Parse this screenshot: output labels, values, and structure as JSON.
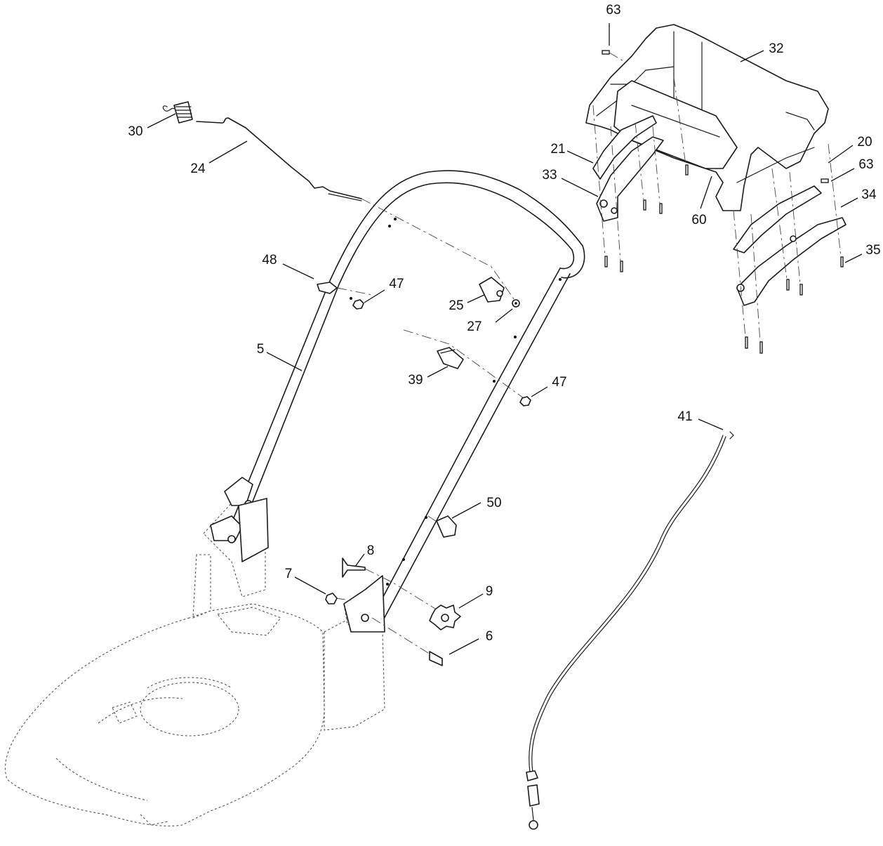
{
  "callouts": [
    {
      "id": "c63a",
      "label": "63"
    },
    {
      "id": "c32",
      "label": "32"
    },
    {
      "id": "c30",
      "label": "30"
    },
    {
      "id": "c24",
      "label": "24"
    },
    {
      "id": "c21",
      "label": "21"
    },
    {
      "id": "c20",
      "label": "20"
    },
    {
      "id": "c63b",
      "label": "63"
    },
    {
      "id": "c33",
      "label": "33"
    },
    {
      "id": "c34",
      "label": "34"
    },
    {
      "id": "c60",
      "label": "60"
    },
    {
      "id": "c35",
      "label": "35"
    },
    {
      "id": "c48",
      "label": "48"
    },
    {
      "id": "c47a",
      "label": "47"
    },
    {
      "id": "c25",
      "label": "25"
    },
    {
      "id": "c27",
      "label": "27"
    },
    {
      "id": "c5",
      "label": "5"
    },
    {
      "id": "c39",
      "label": "39"
    },
    {
      "id": "c47b",
      "label": "47"
    },
    {
      "id": "c41",
      "label": "41"
    },
    {
      "id": "c50",
      "label": "50"
    },
    {
      "id": "c8",
      "label": "8"
    },
    {
      "id": "c7",
      "label": "7"
    },
    {
      "id": "c9",
      "label": "9"
    },
    {
      "id": "c6",
      "label": "6"
    }
  ]
}
